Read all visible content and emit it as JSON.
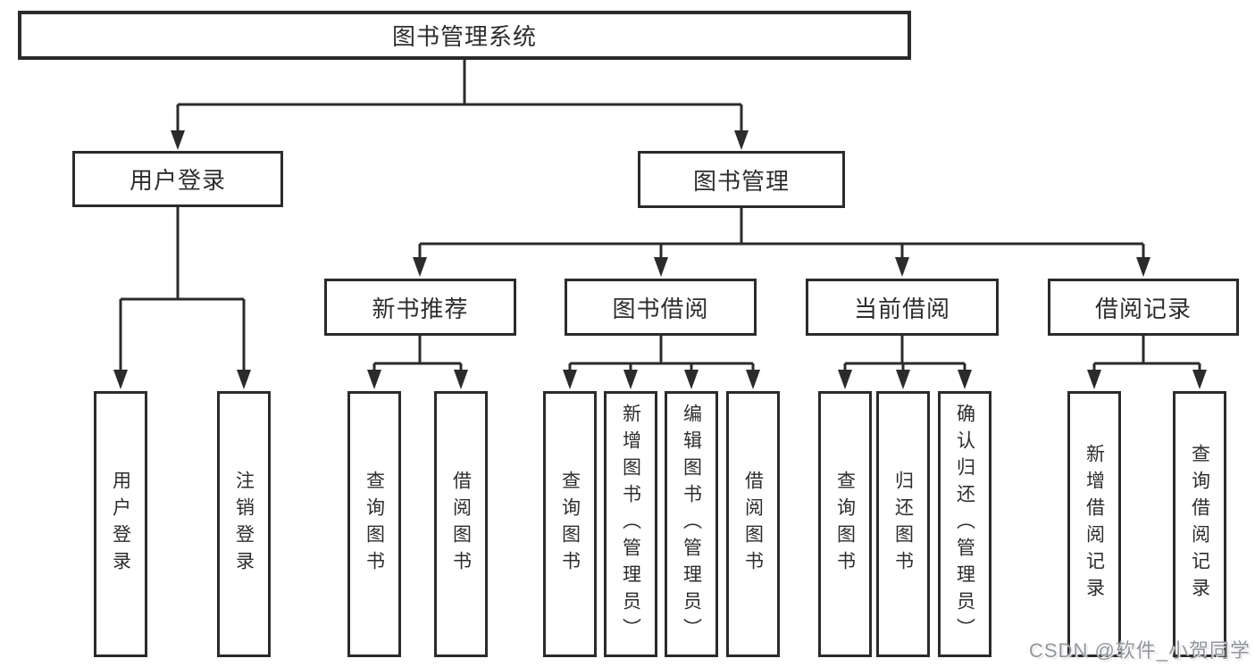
{
  "tree": {
    "root": "图书管理系统",
    "branches": [
      {
        "label": "用户登录",
        "children": [
          "用户登录",
          "注销登录"
        ]
      },
      {
        "label": "图书管理",
        "children": [
          {
            "label": "新书推荐",
            "children": [
              "查询图书",
              "借阅图书"
            ]
          },
          {
            "label": "图书借阅",
            "children": [
              "查询图书",
              "新增图书（管理员）",
              "编辑图书（管理员）",
              "借阅图书"
            ]
          },
          {
            "label": "当前借阅",
            "children": [
              "查询图书",
              "归还图书",
              "确认归还（管理员）"
            ]
          },
          {
            "label": "借阅记录",
            "children": [
              "新增借阅记录",
              "查询借阅记录"
            ]
          }
        ]
      }
    ]
  },
  "watermark": "CSDN @软件_小贺同学",
  "colors": {
    "line": "#2b2b2b",
    "text": "#2d2d2d",
    "watermark": "#92969c",
    "background": "#ffffff"
  }
}
